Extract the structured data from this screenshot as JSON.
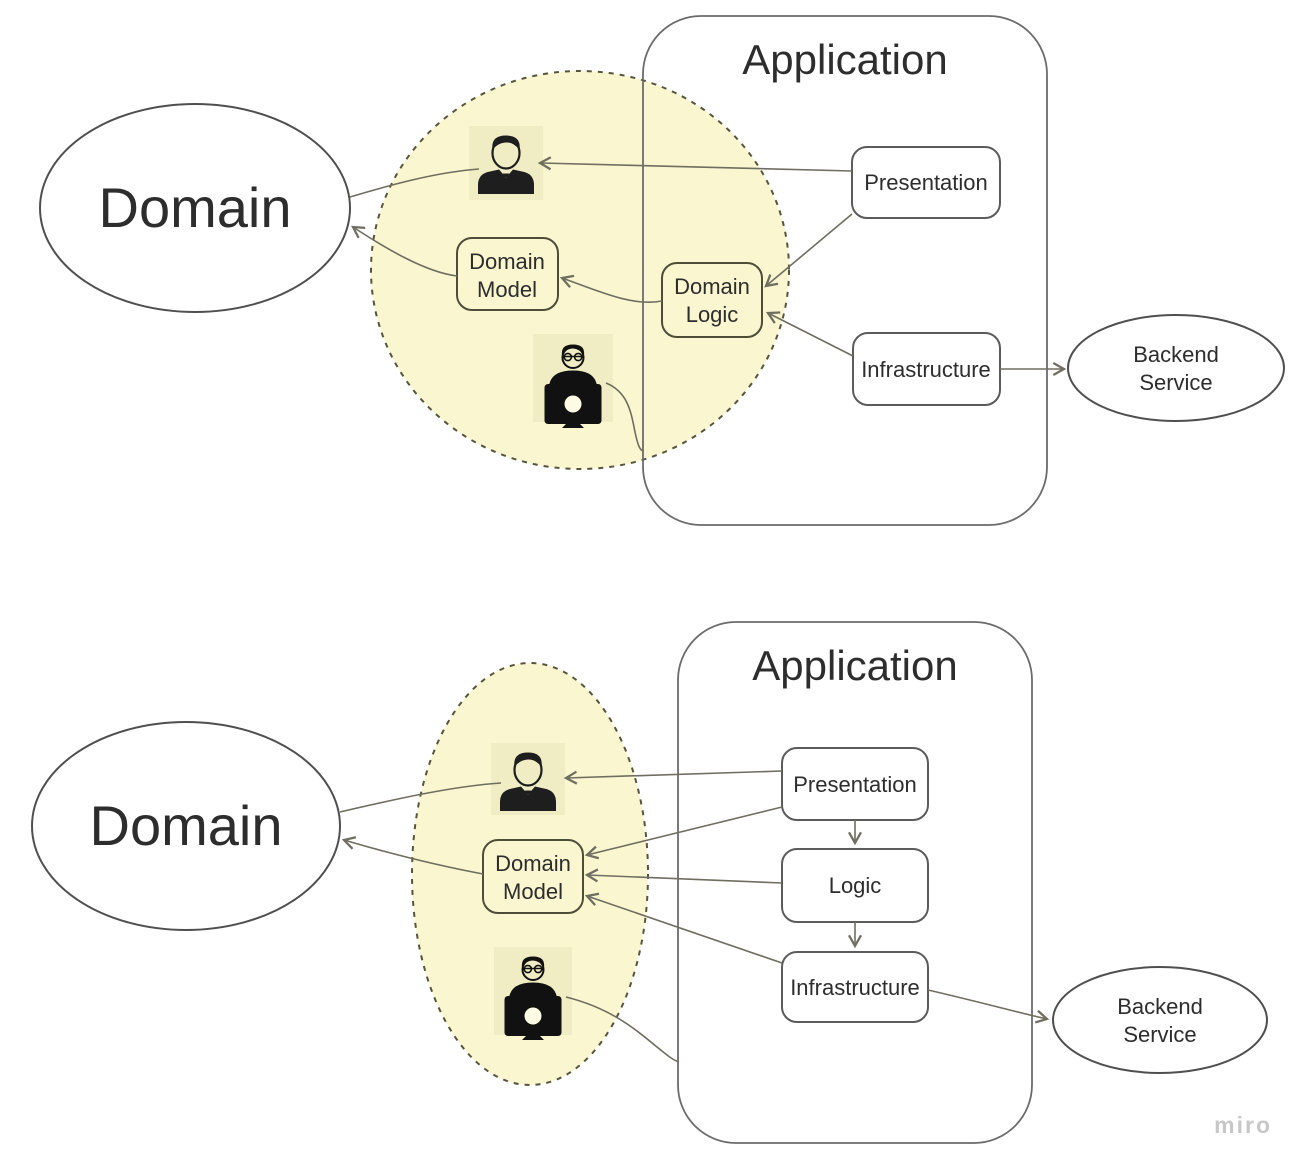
{
  "watermark": "miro",
  "colors": {
    "background": "#ffffff",
    "bubble_fill": "#f9f6d0",
    "bubble_border": "#56553b",
    "node_border": "#5b5b5b",
    "inner_node_border": "#4e4d38",
    "connector": "#6f6e60",
    "text": "#2d2d2d",
    "watermark_color": "#c7c7c7"
  },
  "icons": {
    "business_user": "businessman-icon",
    "developer": "developer-at-computer-icon"
  },
  "top_diagram": {
    "domain": "Domain",
    "application": "Application",
    "presentation": "Presentation",
    "infrastructure": "Infrastructure",
    "domain_logic": {
      "line1": "Domain",
      "line2": "Logic"
    },
    "domain_model": {
      "line1": "Domain",
      "line2": "Model"
    },
    "backend": {
      "line1": "Backend",
      "line2": "Service"
    }
  },
  "bottom_diagram": {
    "domain": "Domain",
    "application": "Application",
    "presentation": "Presentation",
    "logic": "Logic",
    "infrastructure": "Infrastructure",
    "domain_model": {
      "line1": "Domain",
      "line2": "Model"
    },
    "backend": {
      "line1": "Backend",
      "line2": "Service"
    }
  }
}
